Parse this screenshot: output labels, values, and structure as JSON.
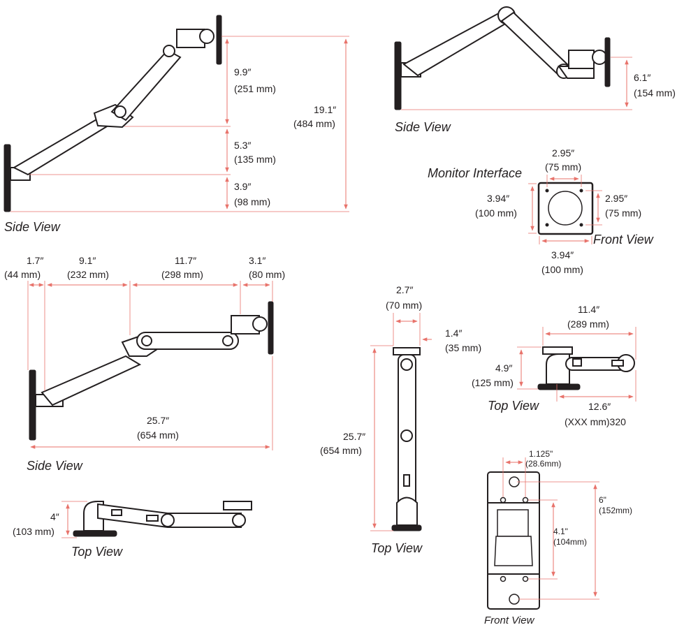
{
  "colors": {
    "dimension_line": "#e8736b",
    "ink": "#231f20",
    "background": "#ffffff"
  },
  "side_view_extended": {
    "view_label": "Side View",
    "dim_upper_in": "9.9″",
    "dim_upper_mm": "(251 mm)",
    "dim_mid_in": "5.3″",
    "dim_mid_mm": "(135 mm)",
    "dim_low_in": "3.9″",
    "dim_low_mm": "(98 mm)",
    "dim_total_in": "19.1″",
    "dim_total_mm": "(484 mm)"
  },
  "side_view_raised": {
    "view_label": "Side View",
    "dim_in": "6.1″",
    "dim_mm": "(154 mm)"
  },
  "monitor_interface": {
    "title": "Monitor Interface",
    "top_in": "2.95″",
    "top_mm": "(75 mm)",
    "right_in": "2.95″",
    "right_mm": "(75 mm)",
    "left_in": "3.94″",
    "left_mm": "(100 mm)",
    "bottom_in": "3.94″",
    "bottom_mm": "(100 mm)",
    "view_label": "Front View"
  },
  "side_view_horizontal": {
    "view_label": "Side View",
    "seg1_in": "1.7″",
    "seg1_mm": "(44 mm)",
    "seg2_in": "9.1″",
    "seg2_mm": "(232 mm)",
    "seg3_in": "11.7″",
    "seg3_mm": "(298 mm)",
    "seg4_in": "3.1″",
    "seg4_mm": "(80 mm)",
    "total_in": "25.7″",
    "total_mm": "(654 mm)"
  },
  "top_view_left": {
    "view_label": "Top View",
    "dim_in": "4″",
    "dim_mm": "(103 mm)"
  },
  "top_view_vertical": {
    "view_label": "Top View",
    "width_in": "2.7″",
    "width_mm": "(70 mm)",
    "side_in": "1.4″",
    "side_mm": "(35 mm)",
    "length_in": "25.7″",
    "length_mm": "(654 mm)"
  },
  "top_view_right": {
    "view_label": "Top View",
    "width_in": "11.4″",
    "width_mm": "(289 mm)",
    "height_in": "4.9″",
    "height_mm": "(125 mm)",
    "reach_in": "12.6″",
    "reach_mm": "(XXX mm)320"
  },
  "front_view_clamp": {
    "view_label": "Front View",
    "hole_in": "1.125\"",
    "hole_mm": "(28.6mm)",
    "height_in": "6\"",
    "height_mm": "(152mm)",
    "inner_in": "4.1\"",
    "inner_mm": "(104mm)"
  }
}
